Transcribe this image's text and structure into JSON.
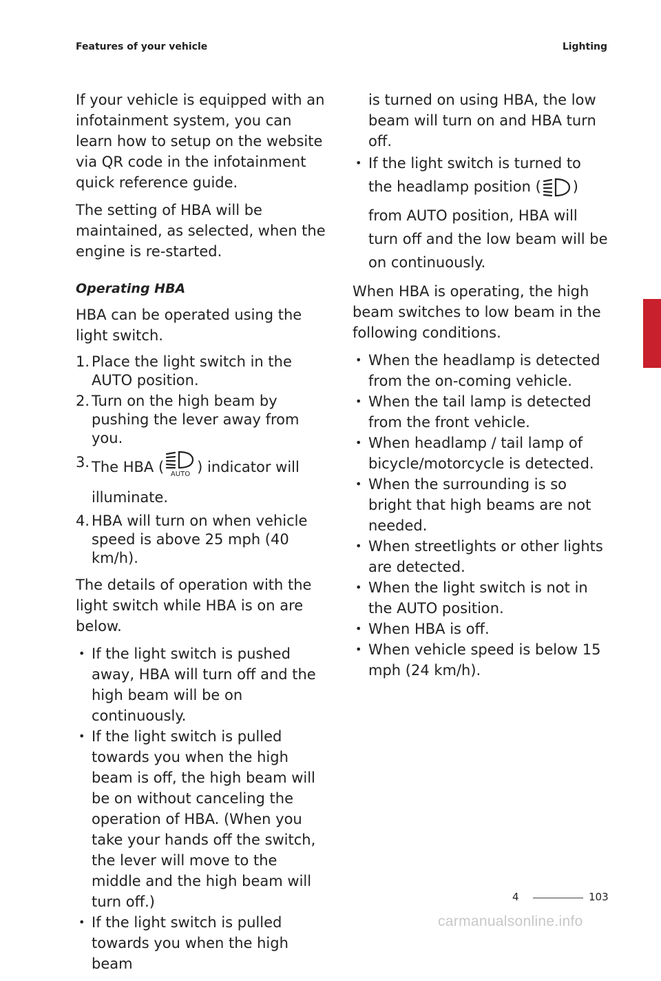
{
  "header": {
    "left": "Features of your vehicle",
    "right": "Lighting"
  },
  "left_column": {
    "para1": "If your vehicle is equipped with an infotainment system, you can learn how to setup on the website via QR code in the infotainment quick reference guide.",
    "para2": "The setting of HBA will be maintained, as selected, when the engine is re-started.",
    "heading": "Operating HBA",
    "para3": "HBA can be operated using the light switch.",
    "steps": [
      {
        "num": "1.",
        "text": "Place the light switch in the AUTO position."
      },
      {
        "num": "2.",
        "text": "Turn on the high beam by pushing the lever away from you."
      },
      {
        "num": "3.",
        "text_before": "The HBA (",
        "text_after": ") indicator will illuminate."
      },
      {
        "num": "4.",
        "text": "HBA will turn on when vehicle speed is above 25 mph (40 km/h)."
      }
    ],
    "para4": "The details of operation with the light switch while HBA is on are below.",
    "bullets": [
      "If the light switch is pushed away, HBA will turn off and the high beam will be on continuously.",
      "If the light switch is pulled towards you when the high beam is off, the high beam will be on without canceling the operation of HBA. (When you take your hands off the switch, the lever will move to the middle and the high beam will turn off.)",
      "If the light switch is pulled towards you when the high beam"
    ]
  },
  "right_column": {
    "continued": "is turned on using HBA, the low beam will turn on and HBA turn off.",
    "bullet_headlamp_before": "If the light switch is turned to the headlamp position (",
    "bullet_headlamp_after": ") from AUTO position, HBA will turn off and the low beam will be on continuously.",
    "para": "When HBA is operating, the high beam switches to low beam in the following conditions.",
    "bullets": [
      "When the headlamp is detected from the on-coming vehicle.",
      "When the tail lamp is detected from the front vehicle.",
      "When headlamp / tail lamp of bicycle/motorcycle is detected.",
      "When the surrounding is so bright that high beams are not needed.",
      "When streetlights or other lights are detected.",
      "When the light switch is not in the AUTO position.",
      "When HBA is off.",
      "When vehicle speed is below 15 mph (24 km/h)."
    ]
  },
  "icons": {
    "hba_auto": "hba-auto-icon",
    "hba_auto_label": "AUTO",
    "headlamp": "headlamp-icon"
  },
  "side_tab": {
    "number": "4",
    "color": "#c8202c"
  },
  "footer": {
    "chapter": "4",
    "page": "103"
  },
  "watermark": "carmanualsonline.info"
}
